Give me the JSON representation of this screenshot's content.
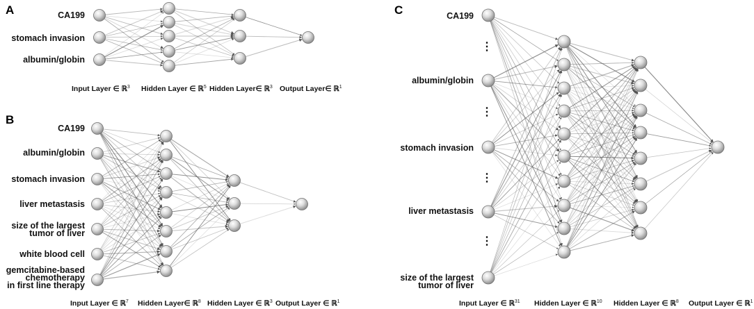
{
  "panels": [
    {
      "letter": "A",
      "input_labels": [
        "CA199",
        "stomach invasion",
        "albumin/globin"
      ],
      "layer_labels": [
        {
          "text": "Input Layer ∈ ℝ",
          "sup": "3"
        },
        {
          "text": "Hidden Layer ∈ ℝ",
          "sup": "5"
        },
        {
          "text": "Hidden Layer∈ ℝ",
          "sup": "3"
        },
        {
          "text": "Output Layer∈ ℝ",
          "sup": "1"
        }
      ],
      "layer_sizes": [
        3,
        5,
        3,
        1
      ]
    },
    {
      "letter": "B",
      "input_labels": [
        "CA199",
        "albumin/globin",
        "stomach invasion",
        "liver metastasis",
        "size of the largest\ntumor of liver",
        "white blood cell",
        "gemcitabine-based\nchemotherapy\nin first line therapy"
      ],
      "layer_labels": [
        {
          "text": "Input Layer ∈ ℝ",
          "sup": "7"
        },
        {
          "text": "Hidden Layer∈ ℝ",
          "sup": "8"
        },
        {
          "text": "Hidden Layer ∈ ℝ",
          "sup": "3"
        },
        {
          "text": "Output Layer ∈ ℝ",
          "sup": "1"
        }
      ],
      "layer_sizes": [
        7,
        8,
        3,
        1
      ]
    },
    {
      "letter": "C",
      "input_labels": [
        "CA199",
        "albumin/globin",
        "stomach invasion",
        "liver metastasis",
        "size of the largest\ntumor of liver"
      ],
      "layer_labels": [
        {
          "text": "Input Layer ∈ ℝ",
          "sup": "31"
        },
        {
          "text": "Hidden Layer ∈ ℝ",
          "sup": "10"
        },
        {
          "text": "Hidden Layer ∈ ℝ",
          "sup": "8"
        },
        {
          "text": "Output Layer ∈ ℝ",
          "sup": "1"
        }
      ],
      "layer_sizes": [
        31,
        10,
        8,
        1
      ]
    }
  ],
  "colors": {
    "node_light": "#f4f4f4",
    "node_dark": "#8a8a8a",
    "node_stroke": "#6f6f6f",
    "edge": "#666666"
  }
}
